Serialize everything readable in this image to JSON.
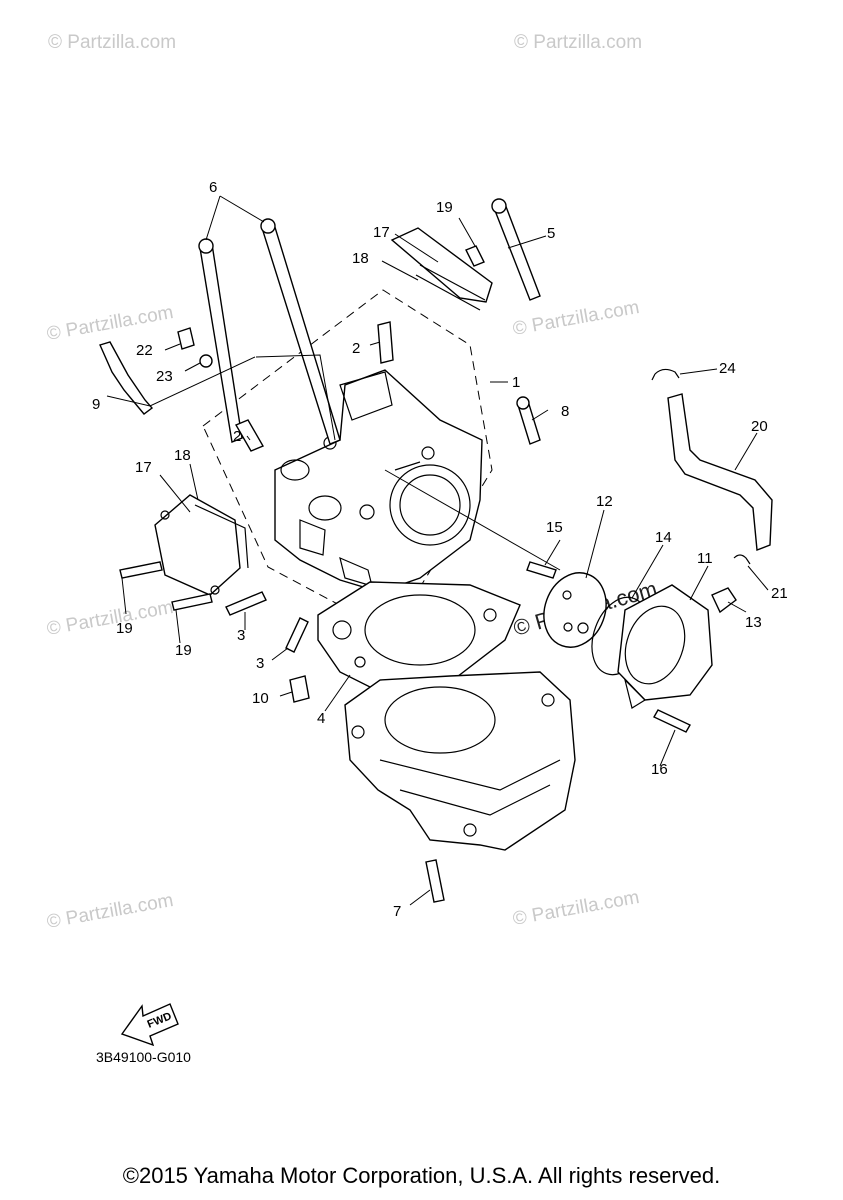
{
  "watermark": "© Partzilla.com",
  "diagram_code": "3B49100-G010",
  "fwd_label": "FWD",
  "copyright": "©2015 Yamaha Motor Corporation, U.S.A. All rights reserved.",
  "callouts": {
    "c1": "1",
    "c2a": "2",
    "c2b": "2",
    "c3a": "3",
    "c3b": "3",
    "c4": "4",
    "c5": "5",
    "c6": "6",
    "c7": "7",
    "c8": "8",
    "c9": "9",
    "c10": "10",
    "c11": "11",
    "c12": "12",
    "c13": "13",
    "c14": "14",
    "c15": "15",
    "c16": "16",
    "c17a": "17",
    "c17b": "17",
    "c18a": "18",
    "c18b": "18",
    "c19a": "19",
    "c19b": "19",
    "c19c": "19",
    "c20": "20",
    "c21": "21",
    "c22": "22",
    "c23": "23",
    "c24": "24"
  }
}
